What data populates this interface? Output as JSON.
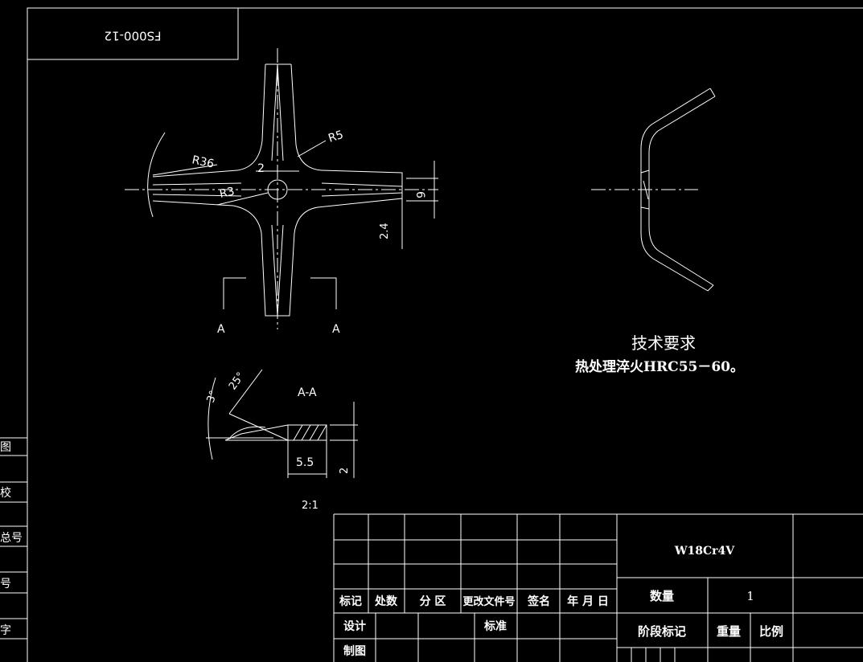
{
  "drawing_number": "FS000-12",
  "dimensions": {
    "r5": "R5",
    "r36": "R36",
    "r3": "R3",
    "width_2": "2",
    "width_6": "6",
    "thick_24": "2.4",
    "section_55": "5.5",
    "section_2": "2",
    "angle_3": "3°",
    "angle_25": "25°"
  },
  "section": {
    "label": "A-A",
    "cut_mark_left": "A",
    "cut_mark_right": "A",
    "scale": "2:1"
  },
  "tech_requirements": {
    "title": "技术要求",
    "line1": "热处理淬火HRC55－60。"
  },
  "left_margin_labels": [
    "图",
    "校",
    "总号",
    "号",
    "字"
  ],
  "title_block": {
    "material": "W18Cr4V",
    "quantity_label": "数量",
    "quantity_value": "1",
    "stage_label": "阶段标记",
    "weight_label": "重量",
    "scale_label": "比例",
    "header_row": [
      "标记",
      "处数",
      "分 区",
      "更改文件号",
      "签名",
      "年 月 日"
    ],
    "design_label": "设计",
    "standard_label": "标准",
    "draw_label": "制图"
  }
}
